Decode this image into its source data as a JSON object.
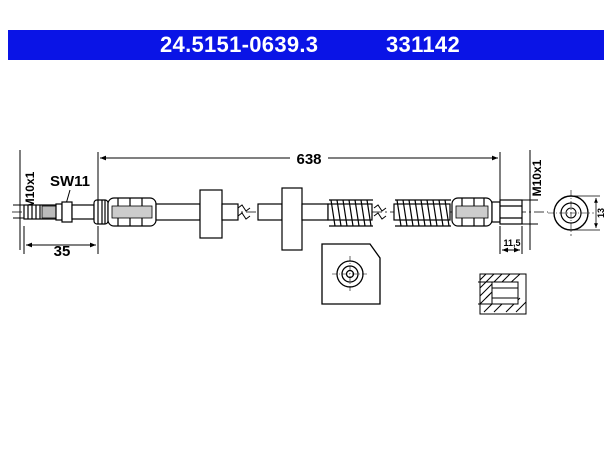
{
  "header": {
    "part_number": "24.5151-0639.3",
    "ref_number": "331142",
    "background_color": "#0a14e6",
    "text_color": "#ffffff"
  },
  "dimensions": {
    "total_length": "638",
    "left_thread": "M10x1",
    "left_wrench": "SW11",
    "left_fitting_length": "35",
    "right_thread": "M10x1",
    "right_fitting_length": "11,5",
    "right_diameter": "13"
  }
}
